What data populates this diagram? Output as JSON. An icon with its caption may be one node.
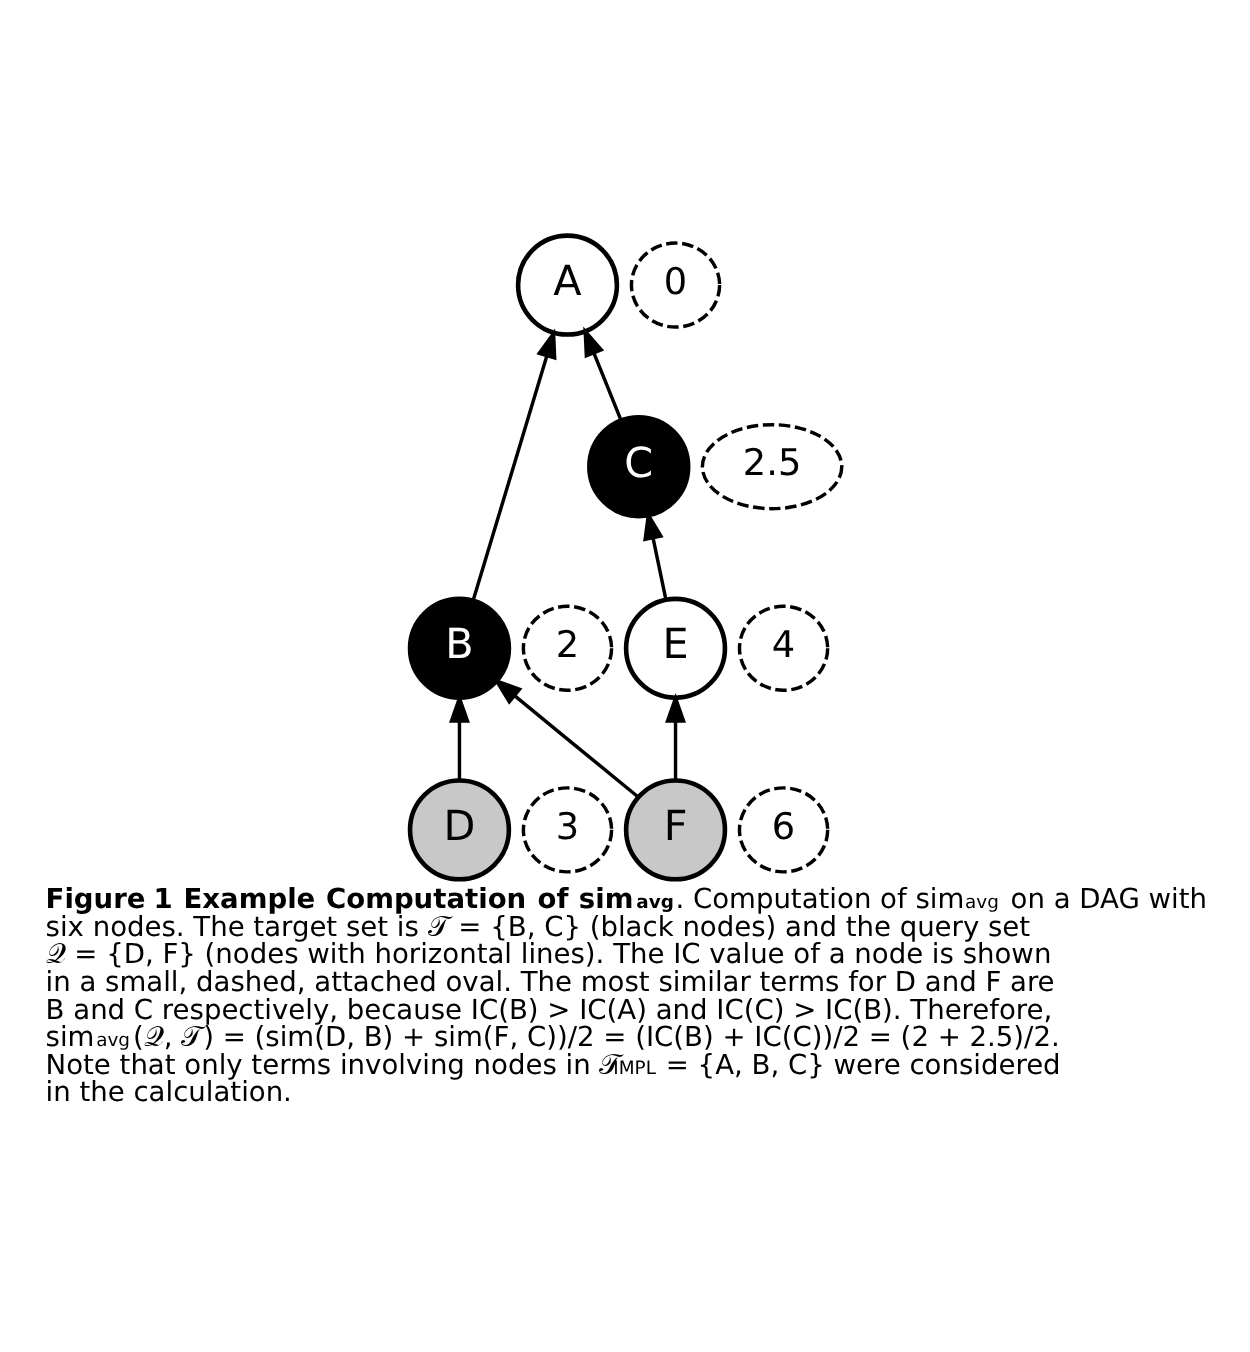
{
  "diagram": {
    "caption": "**Figure 1 Example Computation of sim$^{avg}$**. Computation of sim$^{avg}$ on a DAG with six nodes. The target set is 𝒯 = {B, C} (black nodes) and the query set 𝒬 = {D, F} (nodes with horizontal lines). The IC value of a node is shown in a small, dashed, attached oval. The most similar terms for D and F are B and C respectively, because IC(B) > IC(A) and IC(C) > IC(B). Therefore, sim$^{avg}$(𝒬, 𝒯) = (sim(D, B) + sim(F, C))/2 = (IC(B) + IC(C))/2 = (2 + 2.5)/2. Note that only terms involving nodes in 𝒯$^{IMPL}$ = {A, B, C} were considered in the calculation.",
    "nodes": [
      {
        "text": [
          "A"
        ],
        "beside": [
          "0"
        ]
      },
      {
        "text": [
          "B"
        ],
        "beside": [
          "2"
        ]
      },
      {
        "text": [
          "C"
        ],
        "beside": [
          "2.5"
        ]
      },
      {
        "text": [
          "D"
        ],
        "beside": [
          "3"
        ]
      },
      {
        "text": [
          "E"
        ],
        "beside": [
          "4"
        ]
      },
      {
        "text": [
          "F"
        ],
        "beside": [
          "6"
        ]
      }
    ],
    "edges": [
      {
        "from": 1,
        "to": 0,
        "arrow": "to"
      },
      {
        "from": 2,
        "to": 0,
        "arrow": "to"
      },
      {
        "from": 3,
        "to": 1,
        "arrow": "to"
      },
      {
        "from": 5,
        "to": 1,
        "arrow": "to"
      },
      {
        "from": 4,
        "to": 2,
        "arrow": "to"
      },
      {
        "from": 5,
        "to": 4,
        "arrow": "to"
      }
    ]
  }
}
